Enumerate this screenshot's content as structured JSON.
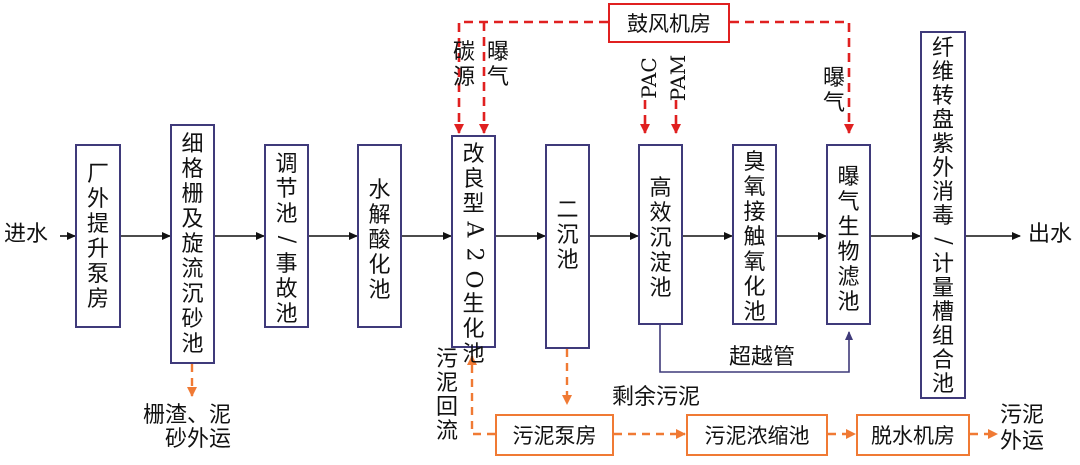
{
  "flow": {
    "inflow": "进水",
    "outflow": "出水",
    "units": [
      {
        "id": "pump",
        "label": "厂外提升泵房"
      },
      {
        "id": "screen",
        "label": "细格栅及旋流沉砂池"
      },
      {
        "id": "equal",
        "label": "调节池/事故池"
      },
      {
        "id": "hydro",
        "label": "水解酸化池"
      },
      {
        "id": "a2o",
        "label": "改良型A2O生化池"
      },
      {
        "id": "sed2",
        "label": "二沉池"
      },
      {
        "id": "hsed",
        "label": "高效沉淀池"
      },
      {
        "id": "ozone",
        "label": "臭氧接触氧化池"
      },
      {
        "id": "baf",
        "label": "曝气生物滤池"
      },
      {
        "id": "uv",
        "label": "纤维转盘紫外消毒/计量槽组合池"
      }
    ]
  },
  "air": {
    "blower": "鼓风机房",
    "carbon": "碳源",
    "aer1": "曝气",
    "aer2": "曝气",
    "pac": "PAC",
    "pam": "PAM"
  },
  "bypass": "超越管",
  "sludge": {
    "screenings": "栅渣、泥砂外运",
    "return": "污泥回流",
    "excess": "剩余污泥",
    "pump": "污泥泵房",
    "thicken": "污泥浓缩池",
    "dewater": "脱水机房",
    "outbound": "污泥外运"
  },
  "colors": {
    "process": "#3f3a7a",
    "air": "#e02020",
    "sludge": "#f07a34",
    "line": "#111111"
  }
}
